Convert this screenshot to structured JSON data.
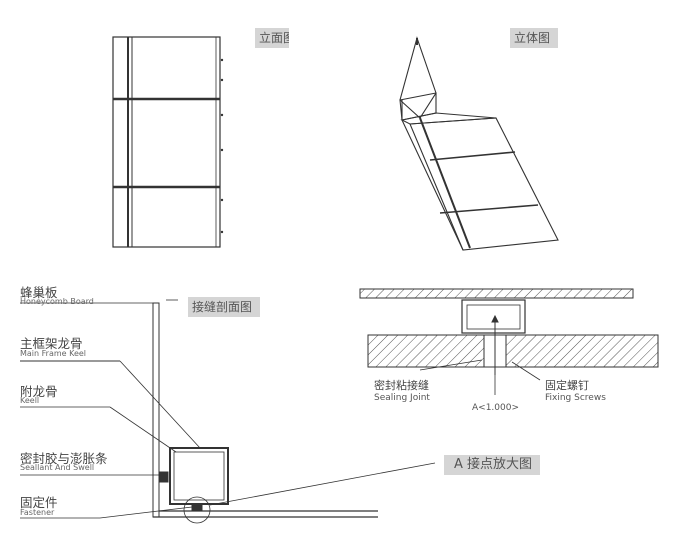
{
  "tags": {
    "elevation": "立面图",
    "isometric": "立体图",
    "joint_section": "接缝剖面图",
    "detail_a": "A 接点放大图"
  },
  "labels": [
    {
      "cn": "蜂巢板",
      "en": "Honeycomb Board"
    },
    {
      "cn": "主框架龙骨",
      "en": "Main Frame Keel"
    },
    {
      "cn": "附龙骨",
      "en": "Keell"
    },
    {
      "cn": "密封胶与澎胀条",
      "en": "Seallant And Swell"
    },
    {
      "cn": "固定件",
      "en": "Fastener"
    }
  ],
  "joint_labels": {
    "sealing_cn": "密封粘接缝",
    "sealing_en": "Sealing Joint",
    "screws_cn": "固定螺钉",
    "screws_en": "Fixing Screws",
    "dimension": "A<1.000>"
  }
}
